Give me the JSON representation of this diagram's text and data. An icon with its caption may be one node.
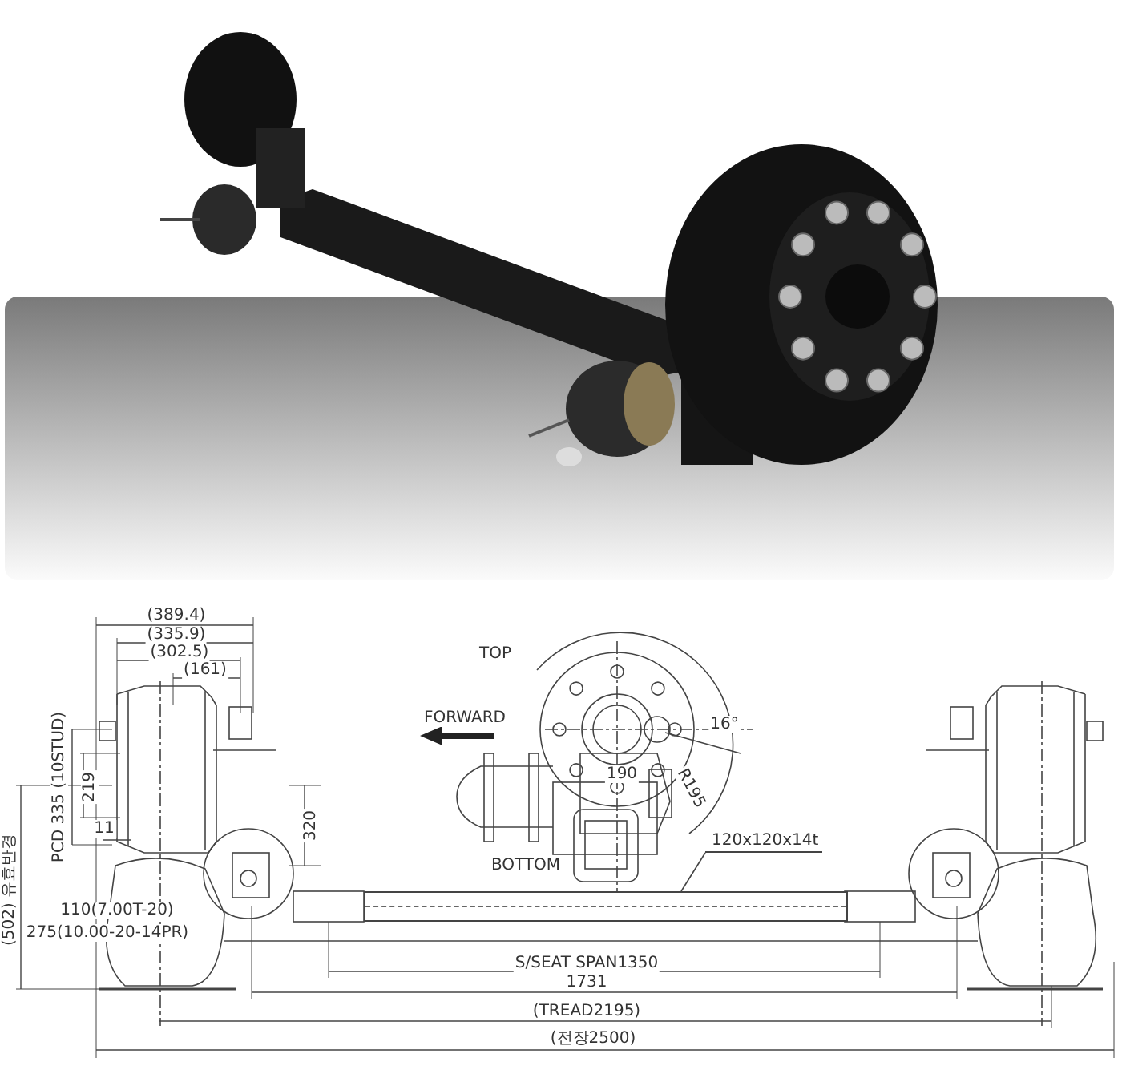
{
  "diagram": {
    "nodes": [
      {
        "text": [
          "120x120x14t"
        ]
      },
      {
        "text": [],
        "shape": "bar"
      }
    ],
    "edges": [
      {
        "from": 0,
        "to": 1,
        "arrow": "none"
      }
    ],
    "labels": [
      "(389.4)",
      "(335.9)",
      "(302.5)",
      "(161)",
      "TOP",
      "FORWARD",
      "16°",
      "PCD 335 (10STUD)",
      "219",
      "190",
      "R195",
      "320",
      "(502) 유효반경",
      "11",
      "BOTTOM",
      "110(7.00T-20)",
      "275(10.00-20-14PR)",
      "S/SEAT SPAN1350",
      "1731",
      "(TREAD2195)",
      "(전장2500)"
    ]
  }
}
